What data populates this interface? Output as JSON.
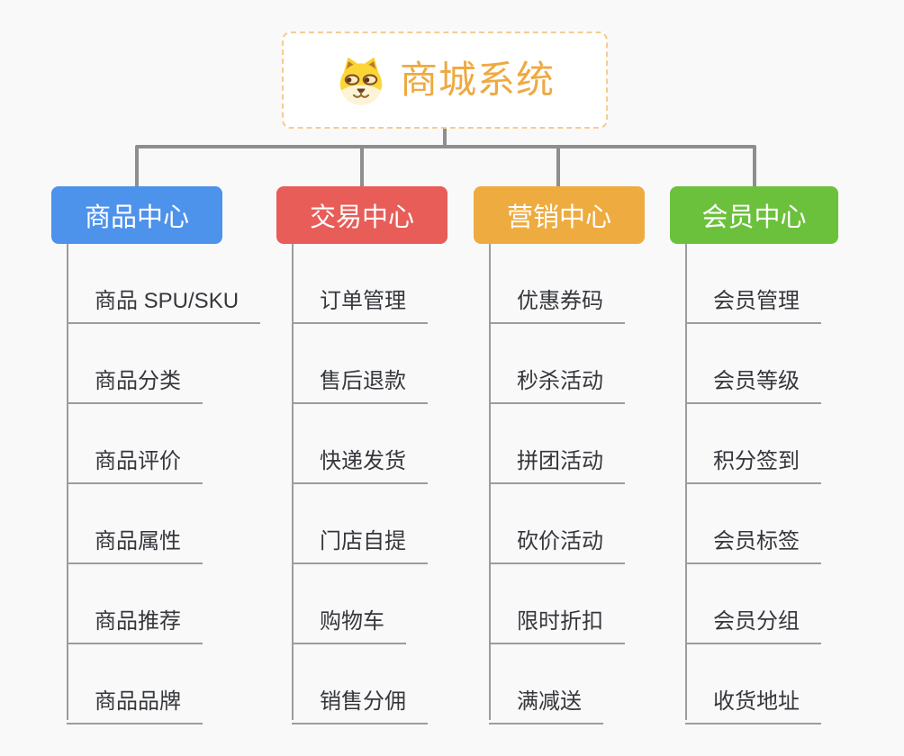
{
  "root": {
    "title": "商城系统",
    "icon": "dog-face-icon",
    "title_color": "#efa940",
    "border_color": "#f3cd92"
  },
  "canvas": {
    "background_color": "#f9f9f9",
    "connector_color": "#8e8e8e",
    "line_color": "#9c9c9c",
    "item_text_color": "#35373c"
  },
  "branches": [
    {
      "label": "商品中心",
      "color": "#4d92eb",
      "items": [
        "商品 SPU/SKU",
        "商品分类",
        "商品评价",
        "商品属性",
        "商品推荐",
        "商品品牌"
      ]
    },
    {
      "label": "交易中心",
      "color": "#e85d58",
      "items": [
        "订单管理",
        "售后退款",
        "快递发货",
        "门店自提",
        "购物车",
        "销售分佣"
      ]
    },
    {
      "label": "营销中心",
      "color": "#eeac40",
      "items": [
        "优惠券码",
        "秒杀活动",
        "拼团活动",
        "砍价活动",
        "限时折扣",
        "满减送"
      ]
    },
    {
      "label": "会员中心",
      "color": "#6cc13c",
      "items": [
        "会员管理",
        "会员等级",
        "积分签到",
        "会员标签",
        "会员分组",
        "收货地址"
      ]
    }
  ]
}
